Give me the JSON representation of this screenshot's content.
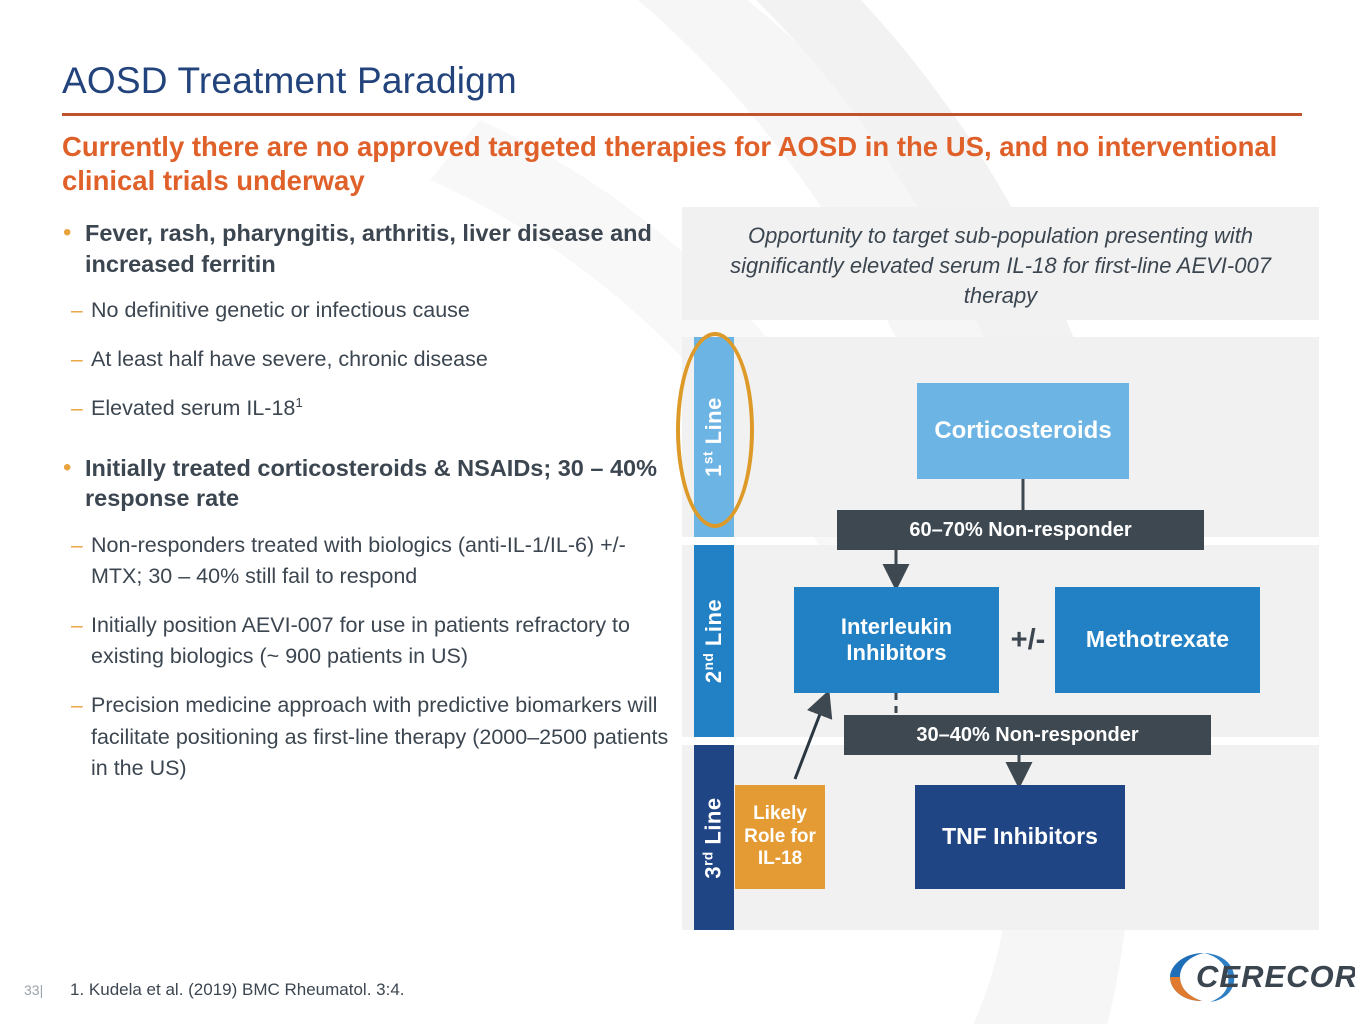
{
  "slide": {
    "title": "AOSD Treatment Paradigm",
    "subhead": "Currently there are no approved targeted therapies for AOSD in the US, and no interventional clinical trials underway",
    "accent_orange": "#E0602A",
    "title_navy": "#22437B",
    "rule_color": "#C0522C"
  },
  "left": {
    "bullets": [
      {
        "text": "Fever, rash, pharyngitis, arthritis, liver disease and increased ferritin",
        "sub": [
          "No definitive genetic or infectious cause",
          "At least half have severe, chronic disease",
          "Elevated serum IL-18"
        ],
        "sub_sup": [
          "",
          "",
          "1"
        ]
      },
      {
        "text": "Initially treated corticosteroids & NSAIDs; 30 – 40% response rate",
        "sub": [
          "Non-responders treated with biologics (anti-IL-1/IL-6) +/- MTX; 30 – 40% still fail to respond",
          "Initially position AEVI-007 for use in patients refractory to existing biologics (~ 900 patients in US)",
          "Precision medicine approach with predictive biomarkers will facilitate positioning as first-line therapy (2000–2500 patients in the US)"
        ],
        "sub_sup": [
          "",
          "",
          ""
        ]
      }
    ],
    "bullet_glyph": "•",
    "dash_glyph": "–"
  },
  "diagram": {
    "caption": "Opportunity to target sub-population presenting with significantly elevated serum IL-18 for first-line AEVI-007 therapy",
    "lines": [
      {
        "ordinal": "1",
        "suffix": "st",
        "label": "Line",
        "color": "#6CB4E4",
        "highlighted": true
      },
      {
        "ordinal": "2",
        "suffix": "nd",
        "label": "Line",
        "color": "#2281C4",
        "highlighted": false
      },
      {
        "ordinal": "3",
        "suffix": "rd",
        "label": "Line",
        "color": "#1F4585",
        "highlighted": false
      }
    ],
    "boxes": {
      "corticosteroids": "Corticosteroids",
      "interleukin_inhibitors": "Interleukin Inhibitors",
      "methotrexate": "Methotrexate",
      "tnf_inhibitors": "TNF Inhibitors",
      "likely_role_il18": "Likely Role for IL-18"
    },
    "banners": {
      "first_nonresponder": "60–70% Non-responder",
      "second_nonresponder": "30–40% Non-responder"
    },
    "plus_minus": "+/-",
    "colors": {
      "panel_bg": "#F1F1F1",
      "light_blue": "#6CB4E4",
      "mid_blue": "#2281C4",
      "navy": "#1F4585",
      "orange_box": "#E49B33",
      "banner_dark": "#3D4851",
      "ellipse_gold": "#DE9A28"
    }
  },
  "footer": {
    "page_number": "33|",
    "citation": "1. Kudela et al. (2019) BMC Rheumatol. 3:4.",
    "logo_text": "CERECOR"
  }
}
